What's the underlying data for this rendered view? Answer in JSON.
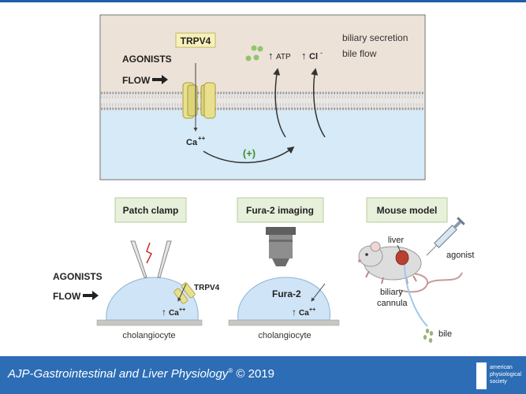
{
  "top_panel": {
    "channel_label": "TRPV4",
    "agonists_label": "AGONISTS",
    "flow_label": "FLOW",
    "atp_label": "ATP",
    "cl_label": "Cl",
    "cl_charge": "-",
    "ca_label": "Ca",
    "ca_charge": "++",
    "plus_label": "(+)",
    "secretion_label": "biliary secretion",
    "bile_flow_label": "bile flow",
    "up_arrow": "↑"
  },
  "methods": {
    "patch_clamp": "Patch clamp",
    "fura2_imaging": "Fura-2 imaging",
    "mouse_model": "Mouse model"
  },
  "bottom_panel": {
    "agonists_label": "AGONISTS",
    "flow_label": "FLOW",
    "trpv4_label": "TRPV4",
    "ca_label": "Ca",
    "ca_charge": "++",
    "fura2_label": "Fura-2",
    "cholangiocyte_label": "cholangiocyte",
    "liver_label": "liver",
    "agonist_label": "agonist",
    "biliary_label": "biliary",
    "cannula_label": "cannula",
    "bile_label": "bile",
    "up_arrow": "↑"
  },
  "footer": {
    "journal": "AJP-Gastrointestinal and Liver Physiology",
    "registered": "®",
    "copyright": " © 2019",
    "logo_lines": [
      "american",
      "physiological",
      "society"
    ]
  },
  "colors": {
    "accent_blue": "#2d6db5",
    "top_border": "#1e5ea8",
    "extracellular": "#ede2d8",
    "intracellular": "#d6eaf7",
    "channel_yellow": "#e9e08e",
    "plus_green": "#3f8f2e",
    "cell_blue": "#cfe4f6"
  }
}
